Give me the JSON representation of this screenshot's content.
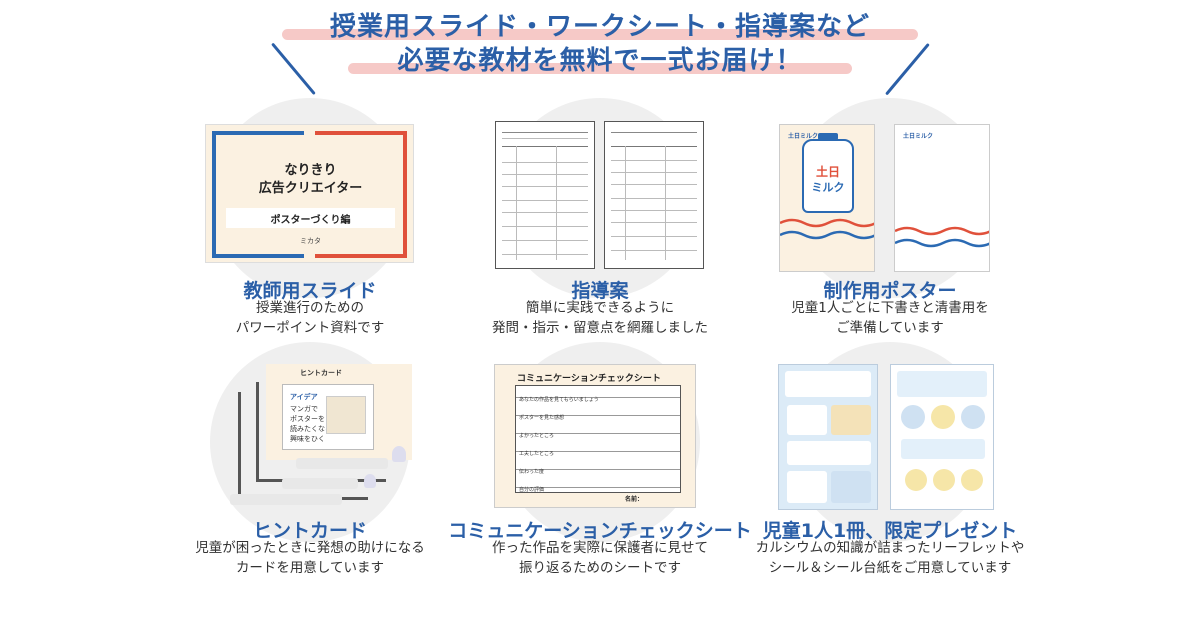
{
  "header": {
    "line1": "授業用スライド・ワークシート・指導案など",
    "line2": "必要な教材を無料で一式お届け！"
  },
  "colors": {
    "accent_blue": "#2b5fa7",
    "highlight_pink": "#f6c9c7",
    "red": "#e0513b",
    "circle_gray": "#efefef"
  },
  "cards": [
    {
      "title": "教師用スライド",
      "desc1": "授業進行のための",
      "desc2": "パワーポイント資料です"
    },
    {
      "title": "指導案",
      "desc1": "簡単に実践できるように",
      "desc2": "発問・指示・留意点を網羅しました"
    },
    {
      "title": "制作用ポスター",
      "desc1": "児童1人ごとに下書きと清書用を",
      "desc2": "ご準備しています"
    },
    {
      "title": "ヒントカード",
      "desc1": "児童が困ったときに発想の助けになる",
      "desc2": "カードを用意しています"
    },
    {
      "title": "コミュニケーションチェックシート",
      "desc1": "作った作品を実際に保護者に見せて",
      "desc2": "振り返るためのシートです"
    },
    {
      "title": "児童1人1冊、限定プレゼント",
      "desc1": "カルシウムの知識が詰まったリーフレットや",
      "desc2": "シール＆シール台紙をご用意しています"
    }
  ],
  "slide": {
    "title1": "なりきり",
    "title2": "広告クリエイター",
    "subtitle": "ポスターづくり編",
    "brand": "ミカタ"
  },
  "poster": {
    "logo": "土日ミルク",
    "bottle_top": "土日",
    "bottle_bottom": "ミルク"
  },
  "hint": {
    "lines": [
      "ヒントカード",
      "アイデア",
      "マンガで",
      "ポスターを",
      "読みたくなるよう",
      "興味をひく"
    ]
  },
  "sheet": {
    "title": "コミュニケーションチェックシート",
    "items": [
      "あなたの作品を見てもらいましょう",
      "ポスターを見た感想",
      "よかったところ",
      "工夫したところ",
      "伝わった度",
      "自分の評価"
    ],
    "sign": "名前："
  }
}
